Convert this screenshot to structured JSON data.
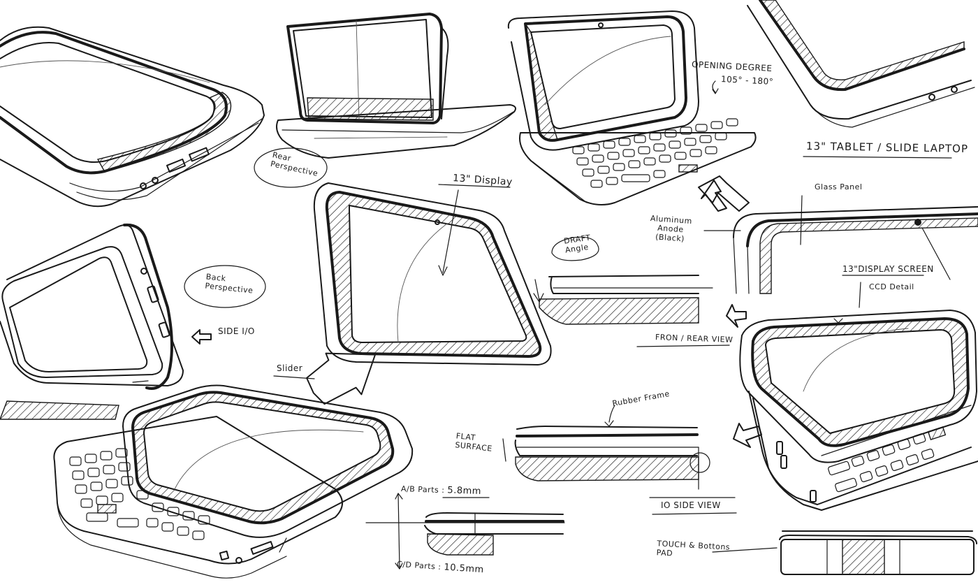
{
  "annotations": {
    "rear_perspective_line1": "Rear",
    "rear_perspective_line2": "Perspective",
    "back_perspective_line1": "Back",
    "back_perspective_line2": "Perspective",
    "side_io": "SIDE I/O",
    "slider": "Slider",
    "display_13": "13\" Display",
    "draft_angle_line1": "DRAFT",
    "draft_angle_line2": "Angle",
    "opening_degree": "OPENING DEGREE",
    "opening_range": "105° - 180°",
    "tablet_slide_laptop": "13\" TABLET / SLIDE LAPTOP",
    "glass_panel": "Glass Panel",
    "aluminum_line1": "Aluminum",
    "aluminum_line2": "Anode",
    "aluminum_line3": "(Black)",
    "display_screen": "13\"DISPLAY SCREEN",
    "ccd_detail": "CCD Detail",
    "front_rear_view": "FRON / REAR VIEW",
    "rubber_frame": "Rubber Frame",
    "flat_surface_line1": "FLAT",
    "flat_surface_line2": "SURFACE",
    "io_side_view": "IO SIDE VIEW",
    "ab_parts_label": "A/B Parts :",
    "ab_parts_value": "5.8mm",
    "cd_parts_label": "C/D Parts :",
    "cd_parts_value": "10.5mm",
    "touch_pad_line1": "TOUCH & Bottons",
    "touch_pad_line2": "PAD"
  },
  "colors": {
    "ink": "#1a1a1a",
    "paper": "#ffffff"
  }
}
